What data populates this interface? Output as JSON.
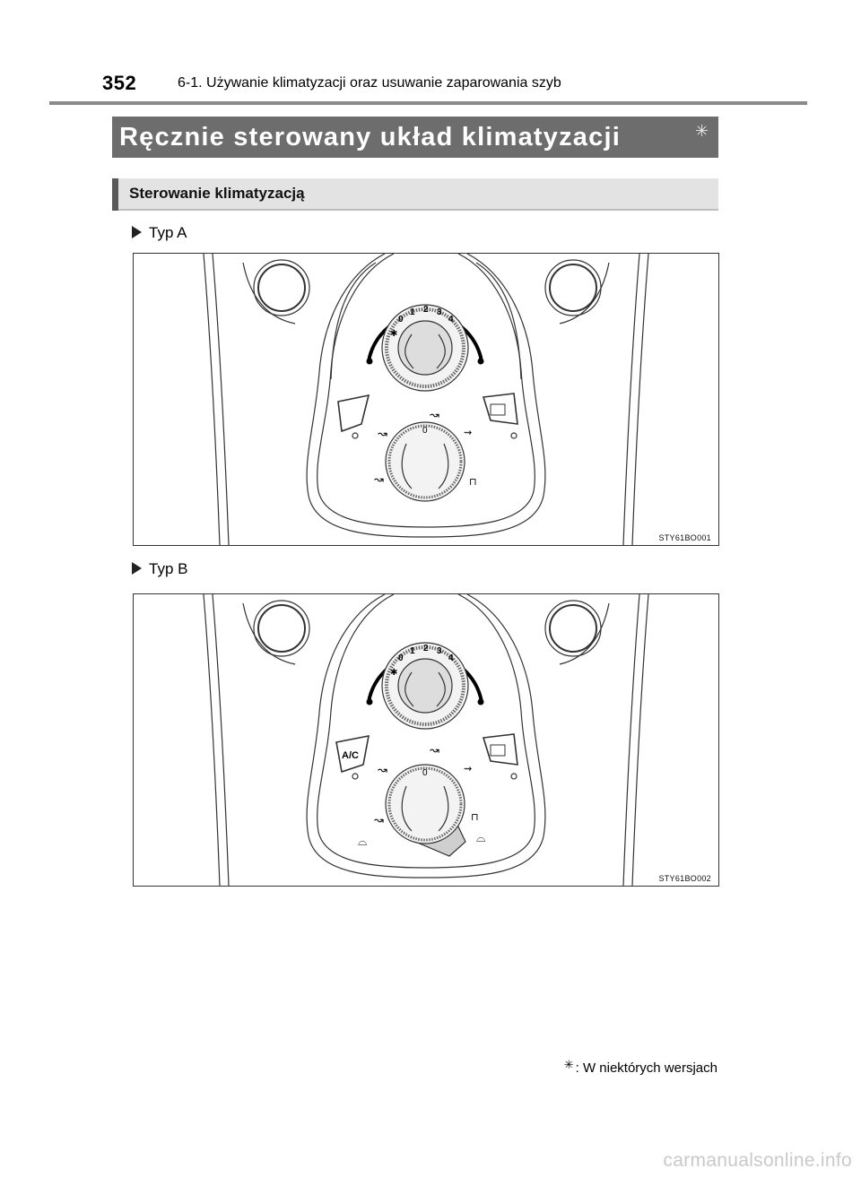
{
  "header": {
    "page_number": "352",
    "section_path": "6-1. Używanie klimatyzacji oraz usuwanie zaparowania szyb"
  },
  "title": {
    "text": "Ręcznie sterowany układ klimatyzacji",
    "marker": "✳"
  },
  "subheading": "Sterowanie klimatyzacją",
  "figures": [
    {
      "label": "Typ A",
      "code": "STY61BO001",
      "fan_dial_numbers": [
        "0",
        "1",
        "2",
        "3",
        "4"
      ],
      "ac_button": null
    },
    {
      "label": "Typ B",
      "code": "STY61BO002",
      "fan_dial_numbers": [
        "0",
        "1",
        "2",
        "3",
        "4"
      ],
      "ac_button": "A/C"
    }
  ],
  "footnote": {
    "marker": "✳",
    "text": ": W niektórych wersjach"
  },
  "watermark": "carmanualsonline.info"
}
